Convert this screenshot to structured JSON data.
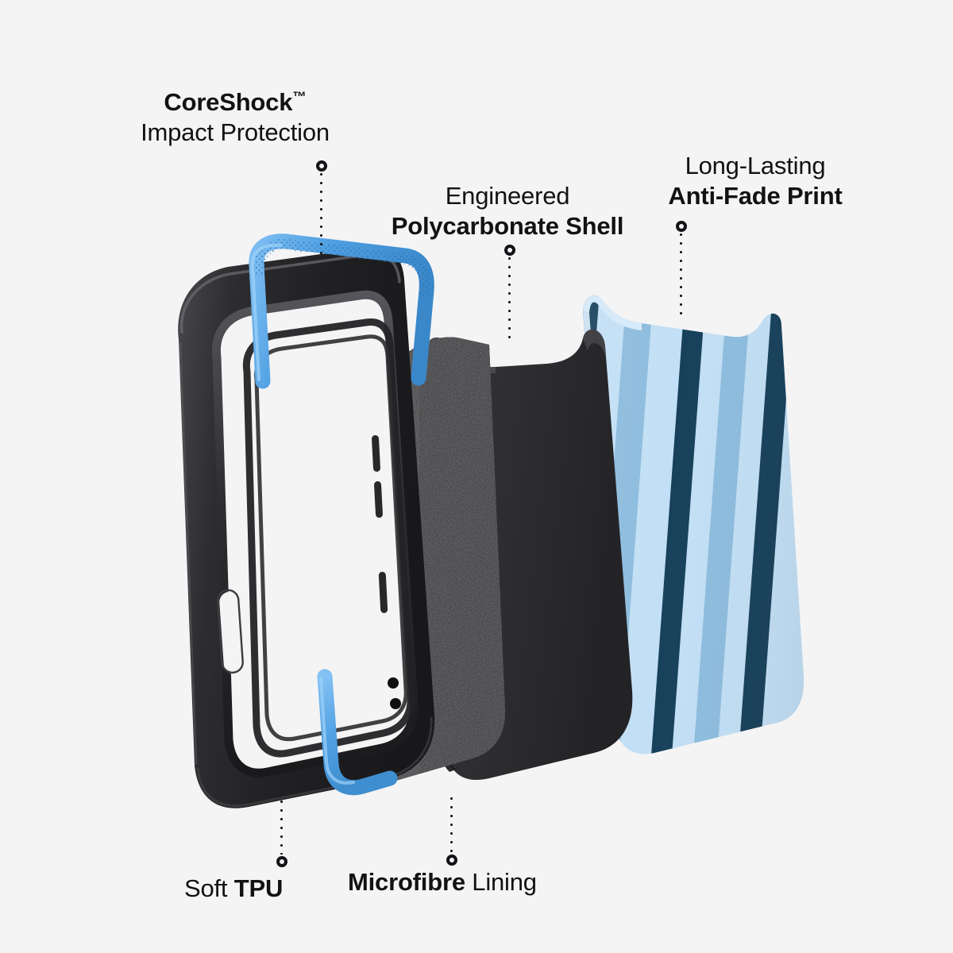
{
  "background_color": "#f4f4f5",
  "product": {
    "description": "Exploded view of a protective phone case showing four material layers",
    "layer_count": 5
  },
  "callouts": [
    {
      "id": "coreshock",
      "line1": "CoreShock",
      "trademark": "™",
      "line2": "Impact Protection",
      "line1_weight": "bold",
      "line2_weight": "regular",
      "leader_marker": "ring-top"
    },
    {
      "id": "polycarbonate",
      "line1": "Engineered",
      "line2": "Polycarbonate Shell",
      "line1_weight": "regular",
      "line2_weight": "bold",
      "leader_marker": "ring-top"
    },
    {
      "id": "antifade",
      "line1": "Long-Lasting",
      "line2": "Anti-Fade Print",
      "line1_weight": "regular",
      "line2_weight": "bold",
      "leader_marker": "ring-top"
    },
    {
      "id": "tpu",
      "text_regular": "Soft ",
      "text_bold": "TPU",
      "leader_marker": "ring-bottom"
    },
    {
      "id": "microfibre",
      "text_bold": "Microfibre",
      "text_regular": " Lining",
      "leader_marker": "ring-bottom"
    }
  ],
  "colors": {
    "text": "#111214",
    "leader_dot": "#121316",
    "tpu_black": "#2a2a2c",
    "tpu_black_dark": "#141415",
    "tpu_accent_blue": "#4f9fe2",
    "tpu_accent_blue_light": "#72b6ee",
    "tpu_accent_blue_dark": "#3a87c9",
    "microfibre_black": "#2b2b2d",
    "polycarbonate_black": "#313134",
    "print_light_blue": "#c2dff5",
    "print_mid_blue": "#8dbcdd",
    "print_navy": "#17405a"
  },
  "print_pattern": {
    "type": "vertical-stripes",
    "base": "#c2dff5",
    "stripe_sequence": [
      "navy",
      "light",
      "mid",
      "light",
      "navy",
      "light",
      "mid",
      "navy",
      "light"
    ]
  },
  "icons": {
    "leader_dot": "dotted-leader-line",
    "leader_ring": "ring-marker"
  }
}
